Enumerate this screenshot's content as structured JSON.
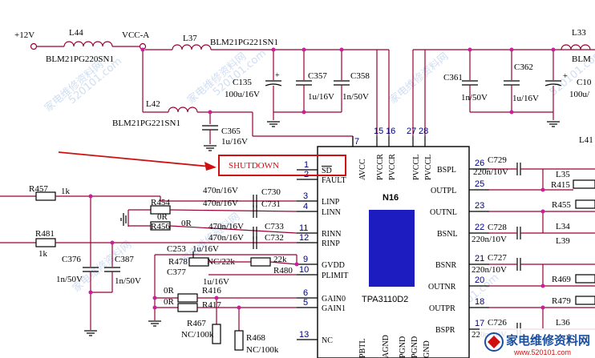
{
  "power": {
    "p12v": "+12V",
    "vcca": "VCC-A"
  },
  "components": {
    "L44": {
      "ref": "L44",
      "value": "BLM21PG220SN1"
    },
    "L37": {
      "ref": "L37",
      "value": "BLM21PG221SN1"
    },
    "L42": {
      "ref": "L42",
      "value": "BLM21PG221SN1"
    },
    "L33": {
      "ref": "L33",
      "value": "BLM"
    },
    "C135": {
      "ref": "C135",
      "value": "100u/16V"
    },
    "C357": {
      "ref": "C357",
      "value": "1u/16V"
    },
    "C358": {
      "ref": "C358",
      "value": "1n/50V"
    },
    "C361": {
      "ref": "C361",
      "value": "1n/50V"
    },
    "C362": {
      "ref": "C362",
      "value": "1u/16V"
    },
    "C10x": {
      "ref": "C10",
      "value": "100u/"
    },
    "C365": {
      "ref": "C365",
      "value": "1u/16V"
    },
    "C730": {
      "ref": "C730",
      "value": "470n/16V"
    },
    "C731": {
      "ref": "C731",
      "value": "470n/16V"
    },
    "C733": {
      "ref": "C733",
      "value": "470n/16V"
    },
    "C732": {
      "ref": "C732",
      "value": "470n/16V"
    },
    "C253": {
      "ref": "C253",
      "value": "1u/16V"
    },
    "C377": {
      "ref": "C377",
      "value": "1u/16V"
    },
    "C376": {
      "ref": "C376",
      "value": "1n/50V"
    },
    "C387": {
      "ref": "C387",
      "value": "1n/50V"
    },
    "C729": {
      "ref": "C729",
      "value": "220n/10V"
    },
    "C728": {
      "ref": "C728",
      "value": "220n/10V"
    },
    "C727": {
      "ref": "C727",
      "value": "220n/10V"
    },
    "C726": {
      "ref": "C726",
      "value": "220n/10V"
    },
    "R457": {
      "ref": "R457",
      "value": "1k"
    },
    "R481": {
      "ref": "R481",
      "value": "1k"
    },
    "R454": {
      "ref": "R454",
      "value": "0R"
    },
    "R456": {
      "ref": "R456",
      "value": "0R"
    },
    "R478": {
      "ref": "R478",
      "value": "NC/22k"
    },
    "R480": {
      "ref": "R480",
      "value": "22k"
    },
    "R416": {
      "ref": "R416",
      "value": "0R"
    },
    "R417": {
      "ref": "R417",
      "value": "0R"
    },
    "R467": {
      "ref": "R467",
      "value": "NC/100k"
    },
    "R468": {
      "ref": "R468",
      "value": "NC/100k"
    },
    "R415": {
      "ref": "R415"
    },
    "R455": {
      "ref": "R455"
    },
    "R469": {
      "ref": "R469"
    },
    "R479": {
      "ref": "R479"
    },
    "L35": {
      "ref": "L35"
    },
    "L34": {
      "ref": "L34"
    },
    "L39": {
      "ref": "L39"
    },
    "L36": {
      "ref": "L36"
    },
    "L41": {
      "ref": "L41"
    }
  },
  "ic": {
    "ref": "N16",
    "part": "TPA3110D2",
    "top_pins": [
      {
        "name": "AVCC",
        "num": "7"
      },
      {
        "name": "PVCCR",
        "num": "15"
      },
      {
        "name": "PVCCR",
        "num": "16"
      },
      {
        "name": "PVCCL",
        "num": "27"
      },
      {
        "name": "PVCCL",
        "num": "28"
      }
    ],
    "left_pins": [
      {
        "name": "SD",
        "num": "1"
      },
      {
        "name": "FAULT",
        "num": "2"
      },
      {
        "name": "LINP",
        "num": "3"
      },
      {
        "name": "LINN",
        "num": "4"
      },
      {
        "name": "RINN",
        "num": "11"
      },
      {
        "name": "RINP",
        "num": "12"
      },
      {
        "name": "GVDD",
        "num": "9"
      },
      {
        "name": "PLIMIT",
        "num": "10"
      },
      {
        "name": "GAIN0",
        "num": "6"
      },
      {
        "name": "GAIN1",
        "num": "5"
      },
      {
        "name": "NC",
        "num": "13"
      }
    ],
    "right_pins": [
      {
        "name": "BSPL",
        "num": "26"
      },
      {
        "name": "OUTPL",
        "num": "25"
      },
      {
        "name": "OUTNL",
        "num": "23"
      },
      {
        "name": "BSNL",
        "num": "22"
      },
      {
        "name": "BSNR",
        "num": "21"
      },
      {
        "name": "OUTNR",
        "num": "20"
      },
      {
        "name": "OUTPR",
        "num": "18"
      },
      {
        "name": "BSPR",
        "num": "17"
      }
    ],
    "bottom_pins": [
      "PBTL",
      "AGND",
      "PGND",
      "PGND",
      "GND"
    ]
  },
  "annotation": {
    "shutdown_label": "SHUTDOWN",
    "highlight_color": "#d01010"
  },
  "watermark": {
    "text1": "家电维修资料网",
    "text2": "520101.com",
    "footer_text": "家电维修资料网",
    "footer_url": "www.520101.com"
  },
  "colors": {
    "wire": "#990033",
    "junction": "#cc1d9a",
    "ic_fill": "#1c1cc0"
  }
}
